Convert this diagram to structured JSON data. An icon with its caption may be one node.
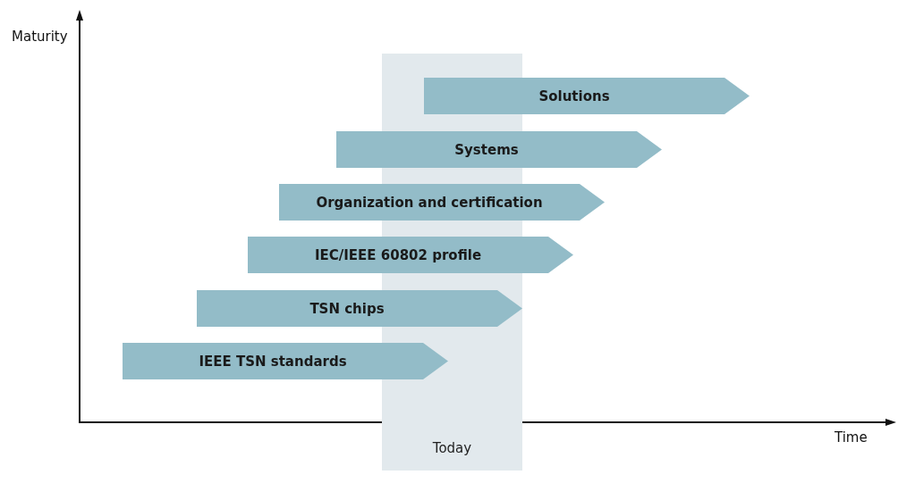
{
  "diagram": {
    "nodes": [
      {
        "text": [
          "Today"
        ]
      },
      {
        "text": [
          "Solutions"
        ]
      },
      {
        "text": [
          "Systems"
        ]
      },
      {
        "text": [
          "Organization and certification"
        ]
      },
      {
        "text": [
          "IEC/IEEE 60802 profile"
        ]
      },
      {
        "text": [
          "TSN chips"
        ]
      },
      {
        "text": [
          "IEEE TSN standards"
        ]
      }
    ],
    "labels": [
      "Maturity",
      "Time"
    ]
  }
}
